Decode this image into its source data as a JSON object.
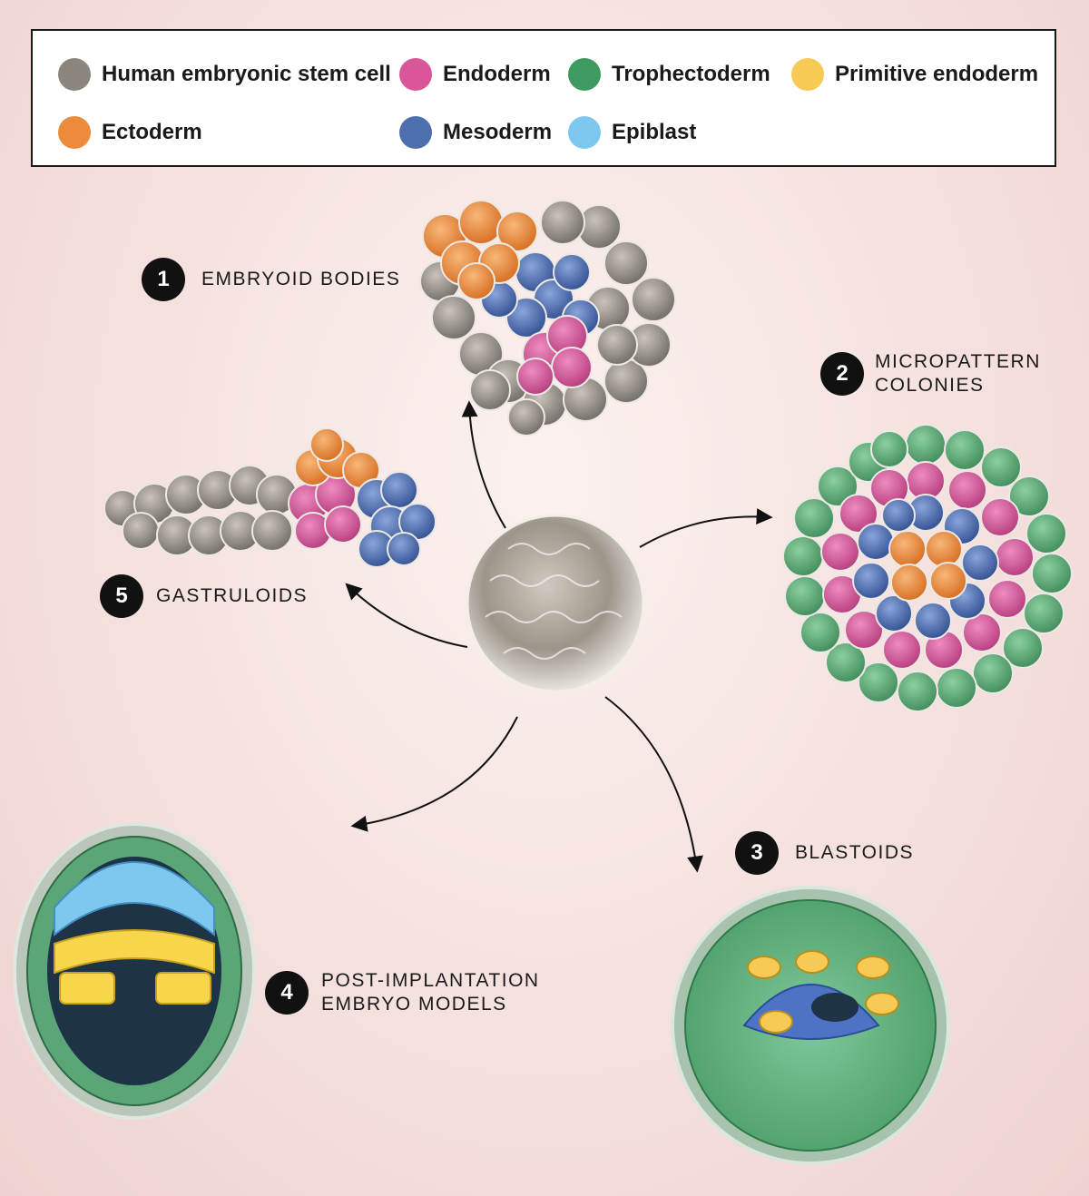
{
  "legend": {
    "items": [
      {
        "label": "Human embryonic stem cell",
        "color": "#8c857c"
      },
      {
        "label": "Endoderm",
        "color": "#d9569b"
      },
      {
        "label": "Trophectoderm",
        "color": "#3f9a62"
      },
      {
        "label": "Primitive endoderm",
        "color": "#f7c955"
      },
      {
        "label": "Ectoderm",
        "color": "#ee8a3b"
      },
      {
        "label": "Mesoderm",
        "color": "#4e6fae"
      },
      {
        "label": "Epiblast",
        "color": "#7ec8f0"
      }
    ]
  },
  "stages": [
    {
      "number": "1",
      "label_line1": "EMBRYOID BODIES",
      "label_line2": ""
    },
    {
      "number": "2",
      "label_line1": "MICROPATTERN",
      "label_line2": "COLONIES"
    },
    {
      "number": "3",
      "label_line1": "BLASTOIDS",
      "label_line2": ""
    },
    {
      "number": "4",
      "label_line1": "POST-IMPLANTATION",
      "label_line2": "EMBRYO MODELS"
    },
    {
      "number": "5",
      "label_line1": "GASTRULOIDS",
      "label_line2": ""
    }
  ]
}
